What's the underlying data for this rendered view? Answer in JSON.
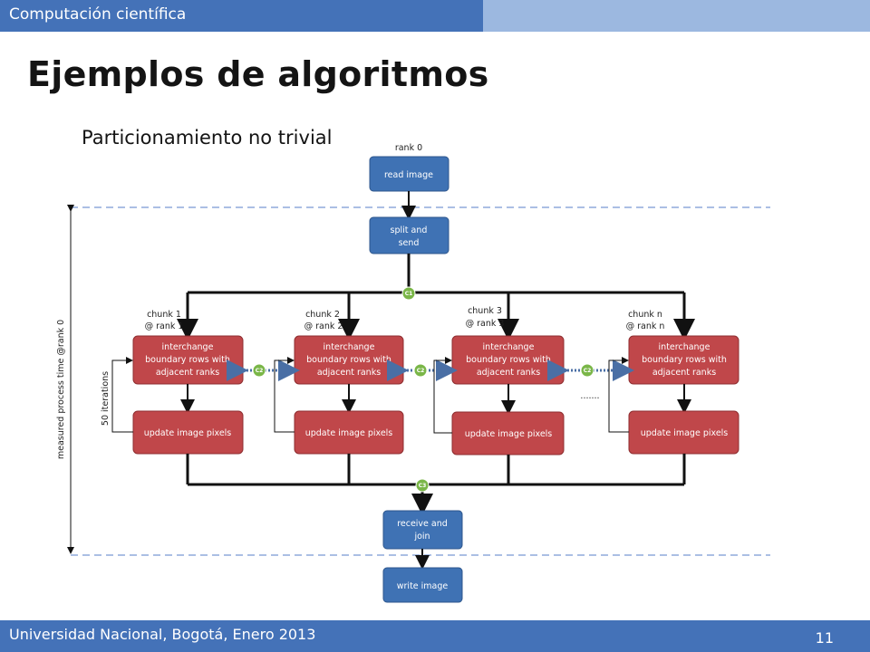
{
  "header": {
    "title": "Computación científica"
  },
  "slide": {
    "title": "Ejemplos de algoritmos",
    "subtitle": "Particionamiento no trivial"
  },
  "footer": {
    "text": "Universidad Nacional, Bogotá, Enero 2013",
    "page": "11"
  },
  "diagram": {
    "rank0_label": "rank 0",
    "read_image": "read image",
    "split_send": [
      "split and",
      "send"
    ],
    "receive_join": [
      "receive and",
      "join"
    ],
    "write_image": "write image",
    "measured_label": "measured process time @rank 0",
    "iterations_label": "50 iterations",
    "ellipsis": ".......",
    "badges": {
      "c1": "C1",
      "c2": "C2",
      "c3": "C3"
    },
    "chunks": [
      {
        "label": [
          "chunk 1",
          "@ rank 1"
        ],
        "interchange": [
          "interchange",
          "boundary rows with",
          "adjacent ranks"
        ],
        "update": "update image pixels"
      },
      {
        "label": [
          "chunk 2",
          "@ rank 2"
        ],
        "interchange": [
          "interchange",
          "boundary rows with",
          "adjacent ranks"
        ],
        "update": "update image pixels"
      },
      {
        "label": [
          "chunk 3",
          "@ rank 3"
        ],
        "interchange": [
          "interchange",
          "boundary rows with",
          "adjacent ranks"
        ],
        "update": "update image pixels"
      },
      {
        "label": [
          "chunk n",
          "@ rank n"
        ],
        "interchange": [
          "interchange",
          "boundary rows with",
          "adjacent ranks"
        ],
        "update": "update image pixels"
      }
    ],
    "colors": {
      "blue_box": "#3f72b4",
      "red_box": "#c0474a",
      "green_badge": "#7ab648",
      "dashed": "#8faadc"
    }
  }
}
